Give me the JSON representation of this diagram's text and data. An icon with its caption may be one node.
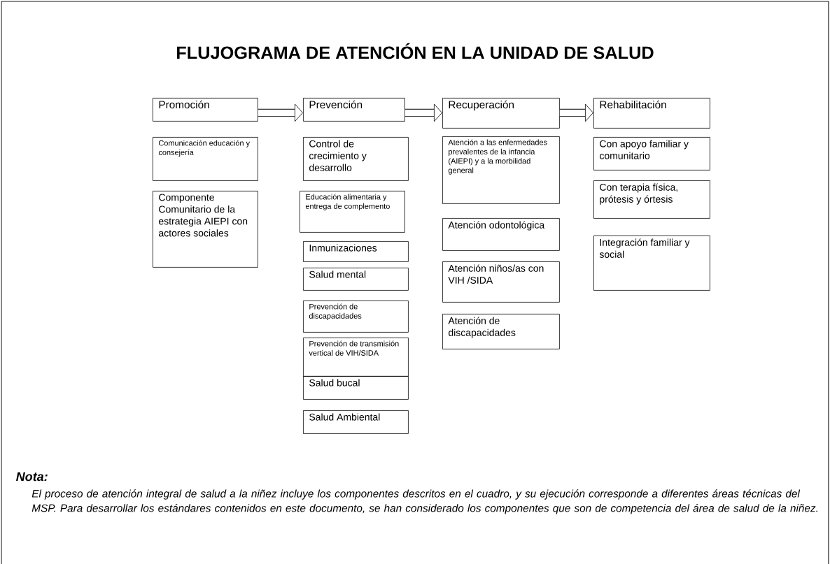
{
  "diagram": {
    "title": "FLUJOGRAMA DE ATENCIÓN EN LA UNIDAD DE SALUD",
    "nodes": [
      {
        "text": [
          "Promoción"
        ]
      },
      {
        "text": [
          "Prevención"
        ]
      },
      {
        "text": [
          "Recuperación"
        ]
      },
      {
        "text": [
          "Rehabilitación"
        ]
      },
      {
        "text": [
          "Comunicación educación y consejería"
        ]
      },
      {
        "text": [
          "Componente Comunitario de la estrategia AIEPI con actores sociales"
        ]
      },
      {
        "text": [
          "Control de crecimiento y desarrollo"
        ]
      },
      {
        "text": [
          "Educación alimentaria y entrega de complemento"
        ]
      },
      {
        "text": [
          "Inmunizaciones"
        ]
      },
      {
        "text": [
          "Salud mental"
        ]
      },
      {
        "text": [
          "Prevención de discapacidades"
        ]
      },
      {
        "text": [
          "Prevención de transmisión vertical de VIH/SIDA"
        ]
      },
      {
        "text": [
          "Salud bucal"
        ]
      },
      {
        "text": [
          "Salud Ambiental"
        ]
      },
      {
        "text": [
          "Atención a las enfermedades prevalentes de la infancia (AIEPI) y a la morbilidad general"
        ]
      },
      {
        "text": [
          "Atención odontológica"
        ]
      },
      {
        "text": [
          "Atención niños/as con VIH /SIDA"
        ]
      },
      {
        "text": [
          "Atención de discapacidades"
        ]
      },
      {
        "text": [
          "Con apoyo familiar y comunitario"
        ]
      },
      {
        "text": [
          "Con terapia física, prótesis y órtesis"
        ]
      },
      {
        "text": [
          "Integración familiar y social"
        ]
      }
    ],
    "edges": [
      {
        "from": 0,
        "to": 1,
        "arrow": "to"
      },
      {
        "from": 1,
        "to": 2,
        "arrow": "to"
      },
      {
        "from": 2,
        "to": 3,
        "arrow": "to"
      }
    ],
    "labels": [
      "Nota:",
      "El proceso de atención integral de salud a la niñez incluye los componentes descritos en el cuadro, y su ejecución corresponde a diferentes áreas técnicas del MSP. Para desarrollar los estándares contenidos en este documento, se han considerado los componentes que son de competencia del área de salud de la niñez."
    ]
  }
}
